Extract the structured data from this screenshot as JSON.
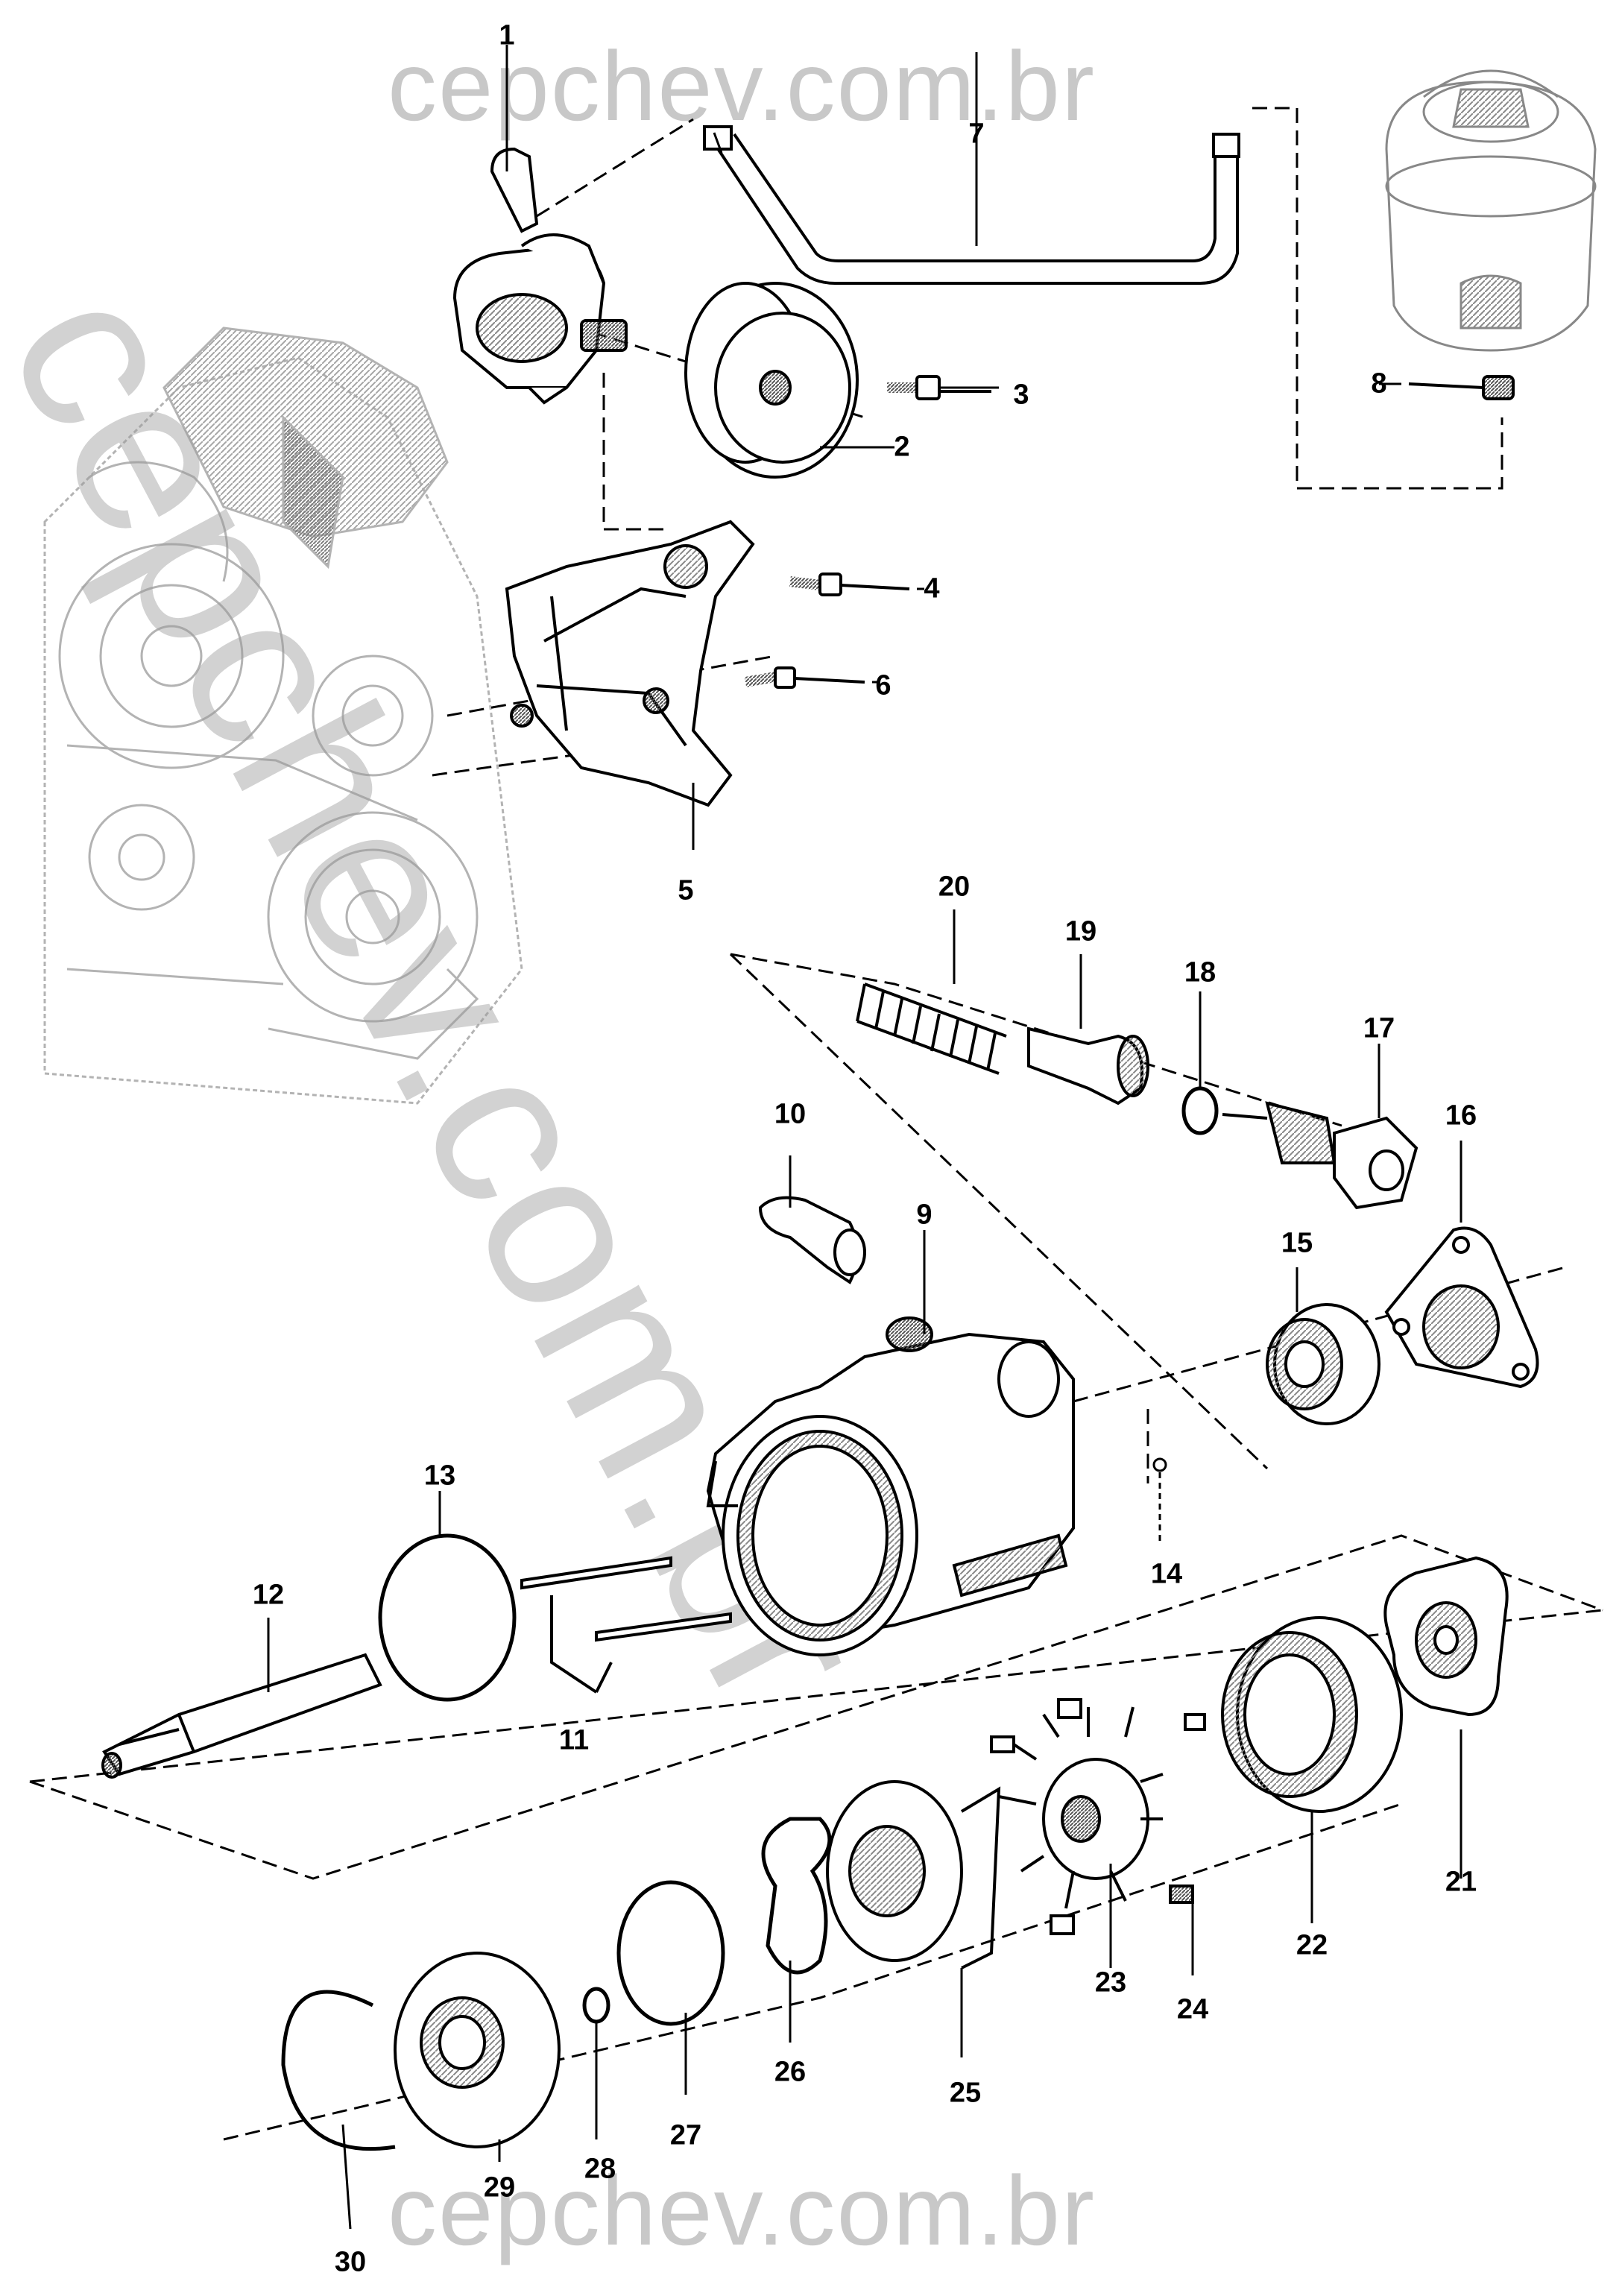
{
  "watermark": {
    "top": "cepchev.com.br",
    "bottom": "cepchev.com.br",
    "diagonal": "cepchev.com.br"
  },
  "callouts": [
    "1",
    "2",
    "3",
    "4",
    "5",
    "6",
    "7",
    "8",
    "9",
    "10",
    "11",
    "12",
    "13",
    "14",
    "15",
    "16",
    "17",
    "18",
    "19",
    "20",
    "21",
    "22",
    "23",
    "24",
    "25",
    "26",
    "27",
    "28",
    "29",
    "30"
  ],
  "colors": {
    "line": "#000000",
    "watermark": "#c8c8c8",
    "sketch": "#9a9a9a",
    "background": "#ffffff"
  }
}
